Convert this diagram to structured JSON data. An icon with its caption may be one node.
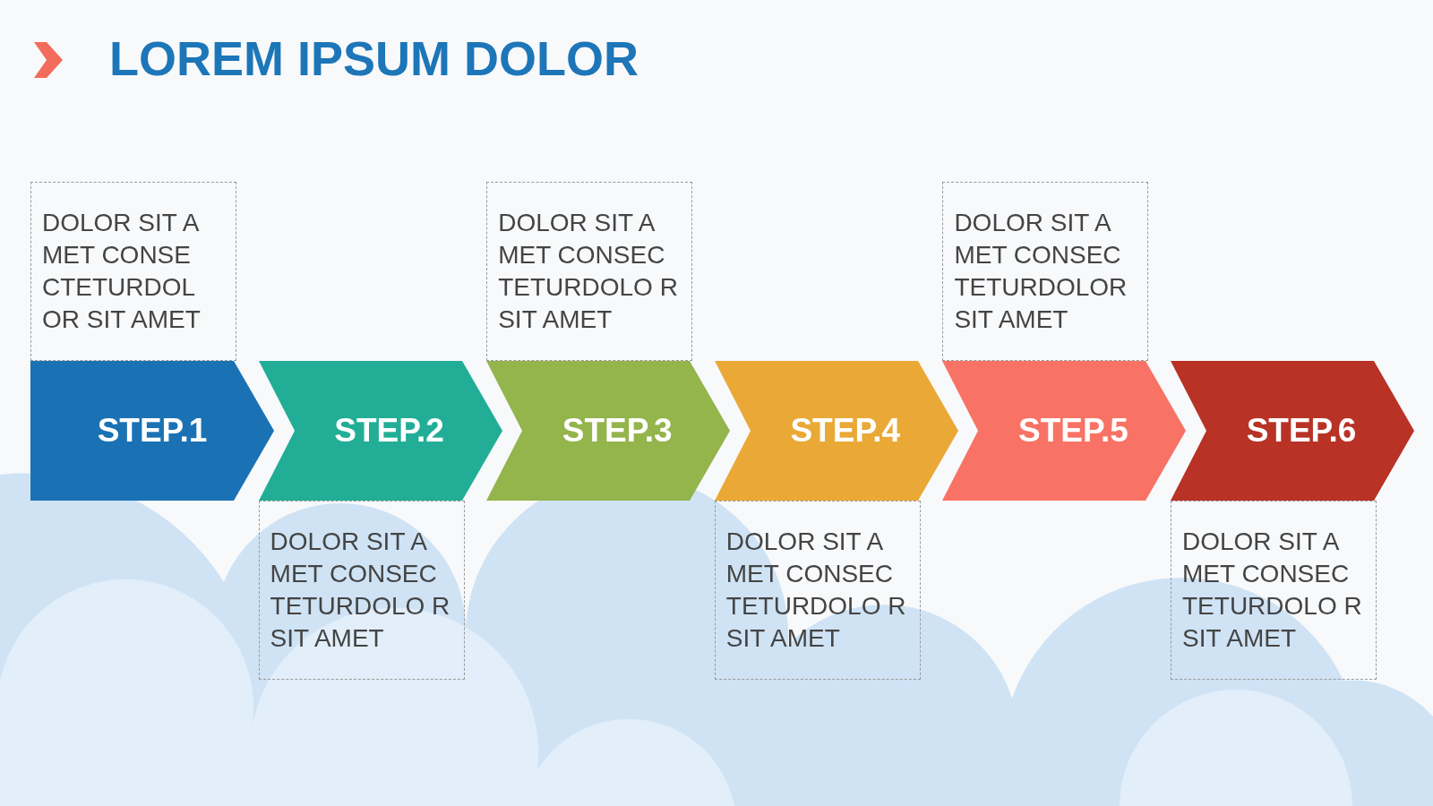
{
  "diagram": {
    "title": "LOREM IPSUM DOLOR",
    "nodes": [
      {
        "text": [
          "STEP.1"
        ]
      },
      {
        "text": [
          "STEP.2"
        ]
      },
      {
        "text": [
          "STEP.3"
        ]
      },
      {
        "text": [
          "STEP.4"
        ]
      },
      {
        "text": [
          "STEP.5"
        ]
      },
      {
        "text": [
          "STEP.6"
        ]
      },
      {
        "text": [
          "DOLOR SIT A MET CONSE CTETURDOL OR SIT AMET"
        ]
      },
      {
        "text": [
          "DOLOR SIT A MET CONSEC TETURDOLO R SIT AMET"
        ]
      },
      {
        "text": [
          "DOLOR SIT A MET CONSEC TETURDOLO R SIT AMET"
        ]
      },
      {
        "text": [
          "DOLOR SIT A MET CONSEC TETURDOLO R SIT AMET"
        ]
      },
      {
        "text": [
          "DOLOR SIT A MET CONSEC TETURDOLOR SIT AMET"
        ]
      },
      {
        "text": [
          "DOLOR SIT A MET CONSEC TETURDOLO R SIT AMET"
        ]
      }
    ]
  }
}
